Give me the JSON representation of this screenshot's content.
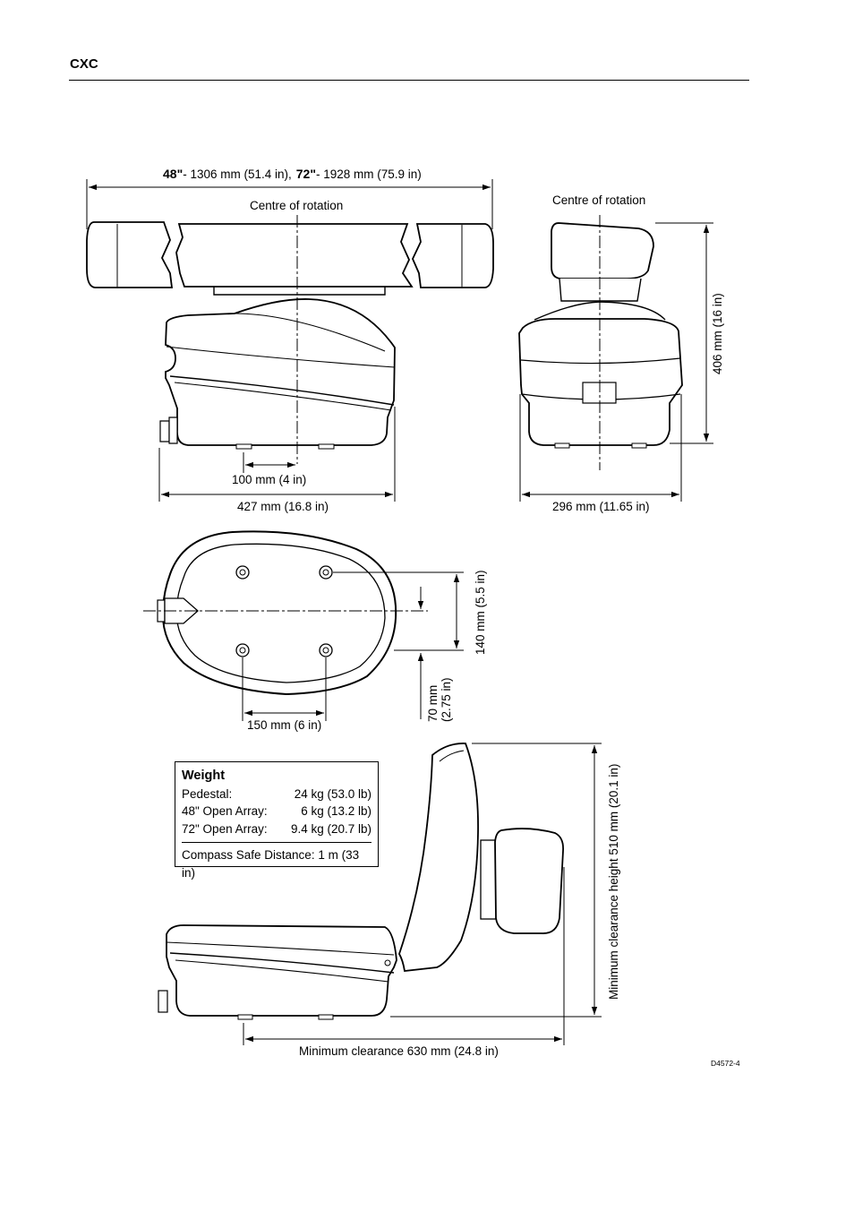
{
  "header": {
    "title": "CXC"
  },
  "top_view": {
    "span_48_bold": "48\"",
    "span_48_text": "- 1306 mm (51.4 in),",
    "span_72_bold": "72\"",
    "span_72_text": "- 1928 mm (75.9 in)",
    "centre_label": "Centre of rotation",
    "dim_100": "100 mm (4 in)",
    "dim_427": "427 mm (16.8 in)"
  },
  "side_view": {
    "centre_label": "Centre of rotation",
    "dim_height": "406 mm (16 in)",
    "dim_width": "296 mm (11.65 in)"
  },
  "base_view": {
    "dim_140": "140 mm (5.5 in)",
    "dim_70_line1": "70 mm",
    "dim_70_line2": "(2.75 in)",
    "dim_150": "150 mm (6 in)"
  },
  "weight_box": {
    "title": "Weight",
    "rows": [
      {
        "label": "Pedestal:",
        "value": "24 kg (53.0 lb)"
      },
      {
        "label": "48\" Open Array:",
        "value": "6 kg (13.2 lb)"
      },
      {
        "label": "72\" Open Array:",
        "value": "9.4 kg (20.7 lb)"
      }
    ],
    "compass": "Compass Safe Distance: 1 m (33 in)"
  },
  "clearance_view": {
    "height_label": "Minimum clearance height 510 mm (20.1 in)",
    "length_label": "Minimum clearance 630 mm (24.8 in)"
  },
  "figure_ref": "D4572-4"
}
